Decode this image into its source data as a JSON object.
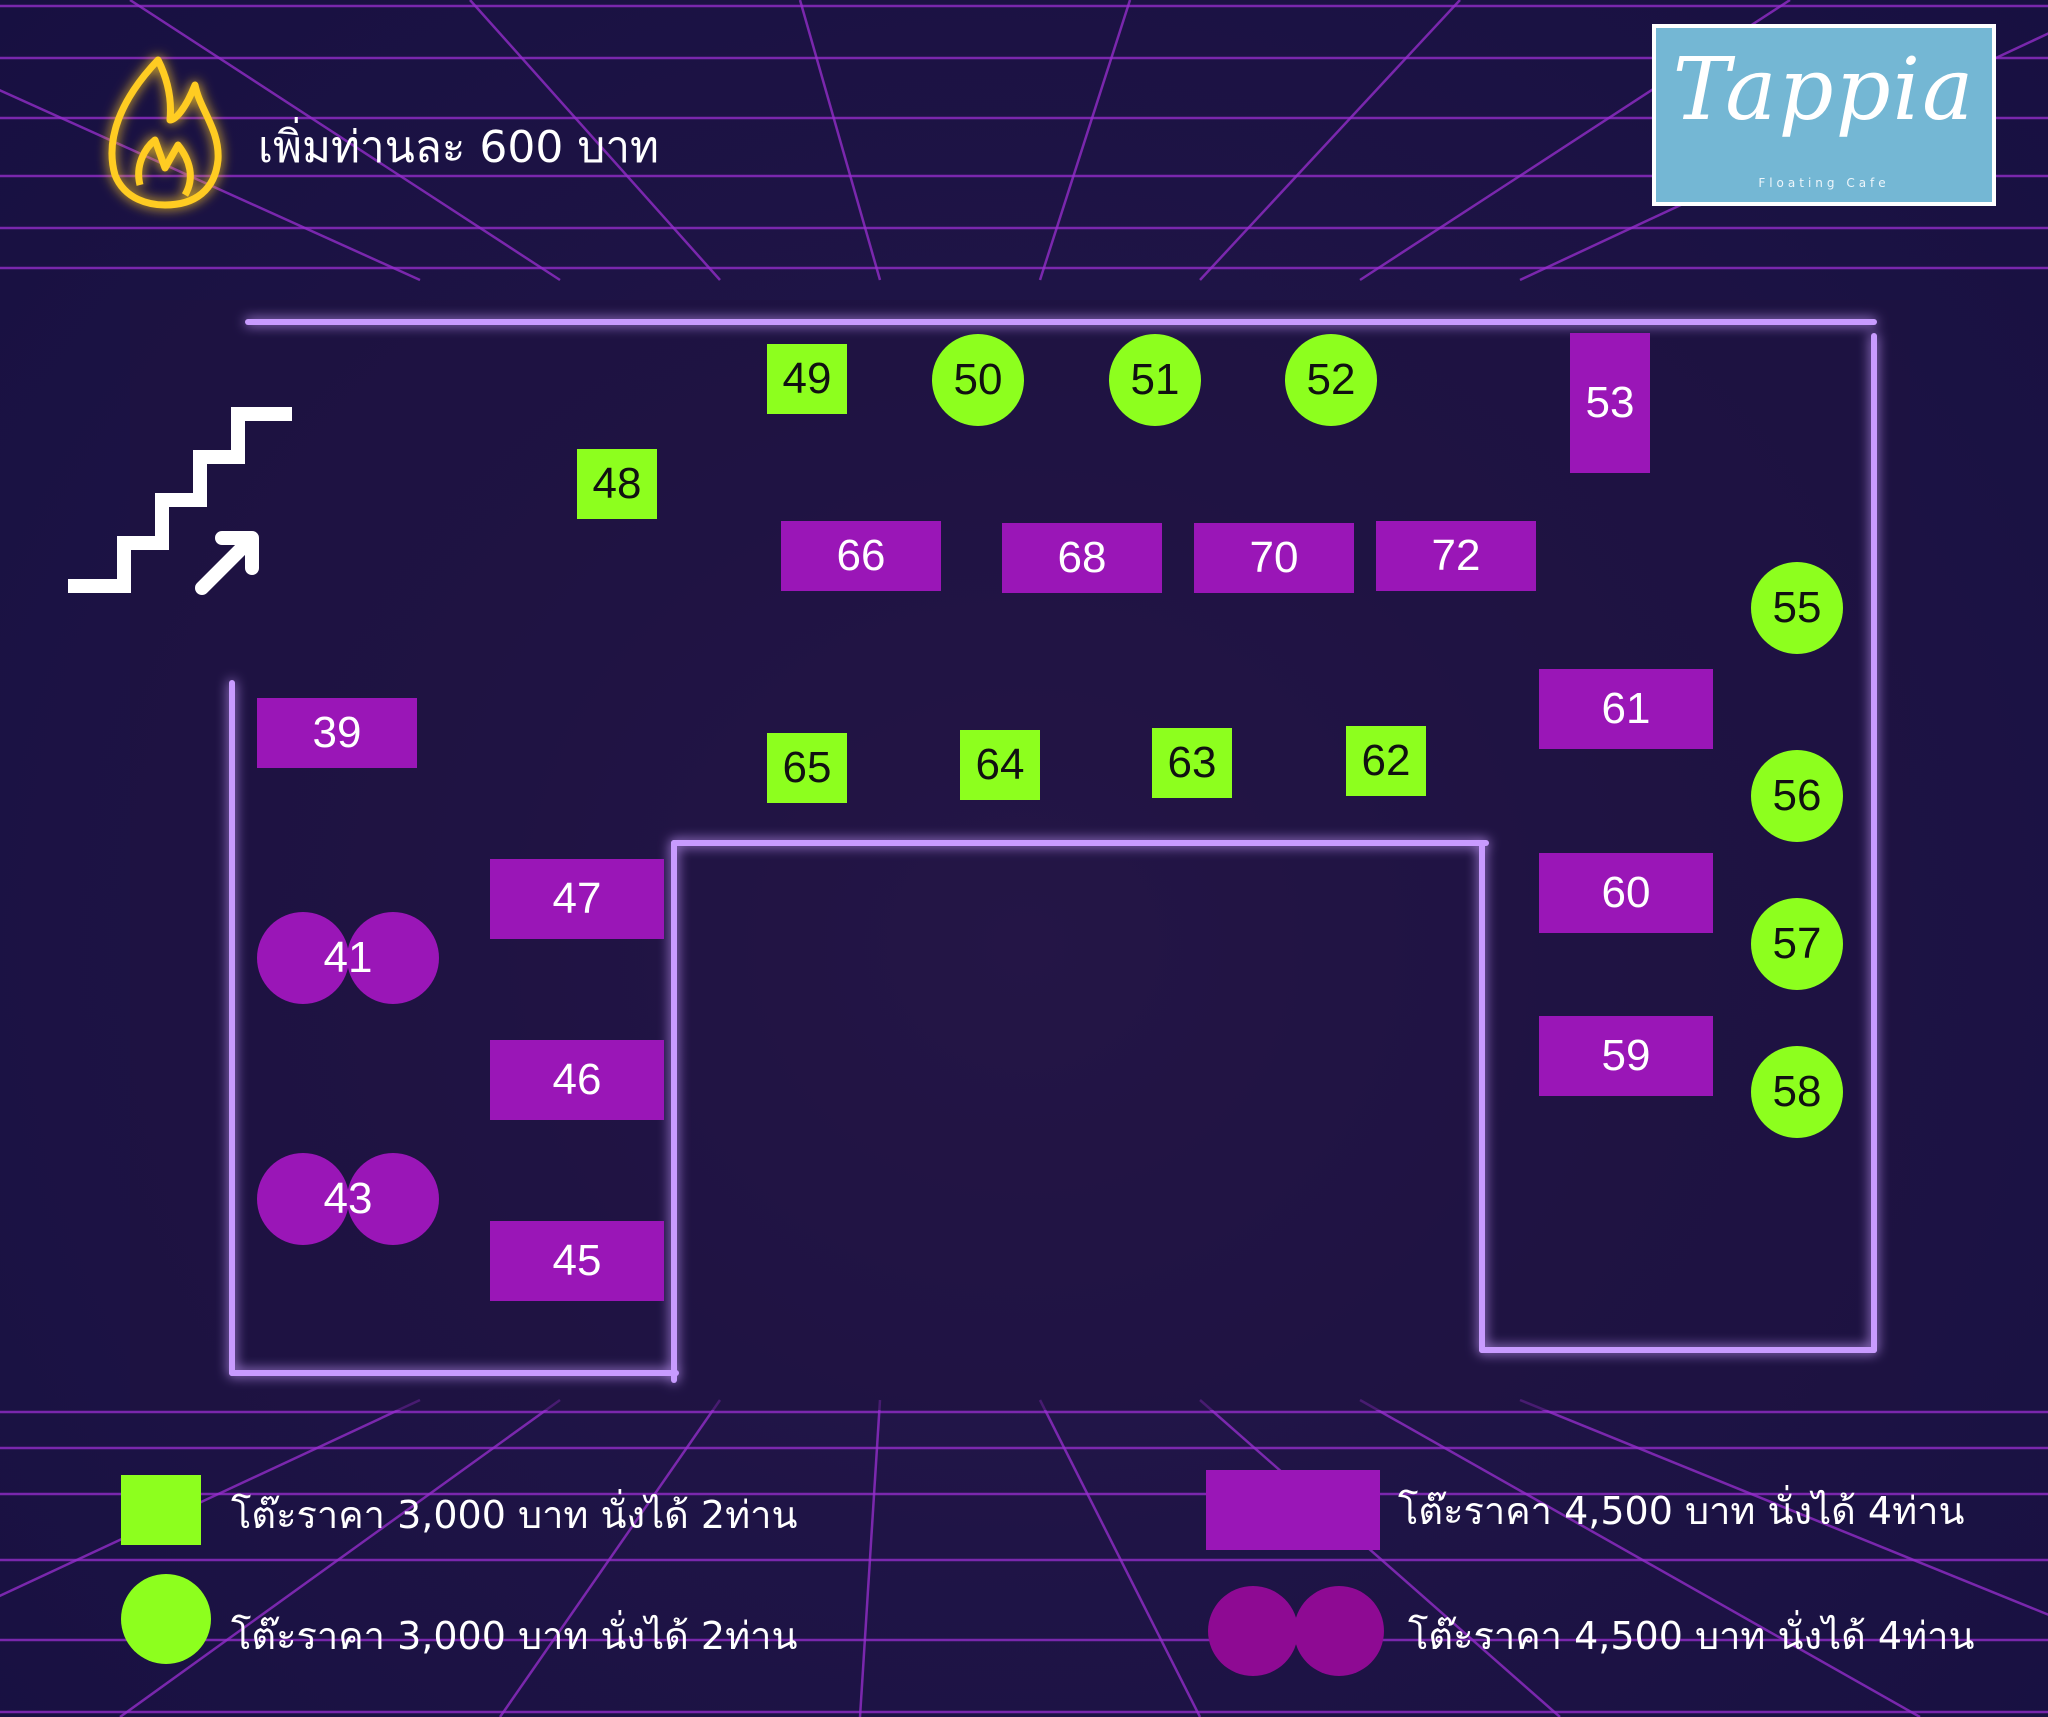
{
  "header": {
    "surcharge_text": "เพิ่มท่านละ 600 บาท"
  },
  "logo": {
    "name": "Tappia",
    "tagline": "Floating Cafe"
  },
  "colors": {
    "green_table": "#8dff1e",
    "purple_table": "#9a16b7",
    "legend_purple_pair": "#8e0a93",
    "neon_wall": "#c89bff"
  },
  "icons": {
    "surcharge": "flame-icon",
    "entrance": "stairs-icon"
  },
  "tables": {
    "green_squares": [
      "49",
      "48",
      "65",
      "64",
      "63",
      "62"
    ],
    "green_circles": [
      "50",
      "51",
      "52",
      "55",
      "56",
      "57",
      "58"
    ],
    "purple_rects": [
      "53",
      "66",
      "68",
      "70",
      "72",
      "39",
      "47",
      "46",
      "45",
      "61",
      "60",
      "59"
    ],
    "purple_pairs": [
      "41",
      "43"
    ]
  },
  "legend": {
    "green_square": "โต๊ะราคา 3,000 บาท นั่งได้ 2ท่าน",
    "green_circle": "โต๊ะราคา 3,000 บาท นั่งได้ 2ท่าน",
    "purple_rect": "โต๊ะราคา 4,500 บาท นั่งได้ 4ท่าน",
    "purple_pair": "โต๊ะราคา 4,500 บาท นั่งได้ 4ท่าน"
  }
}
